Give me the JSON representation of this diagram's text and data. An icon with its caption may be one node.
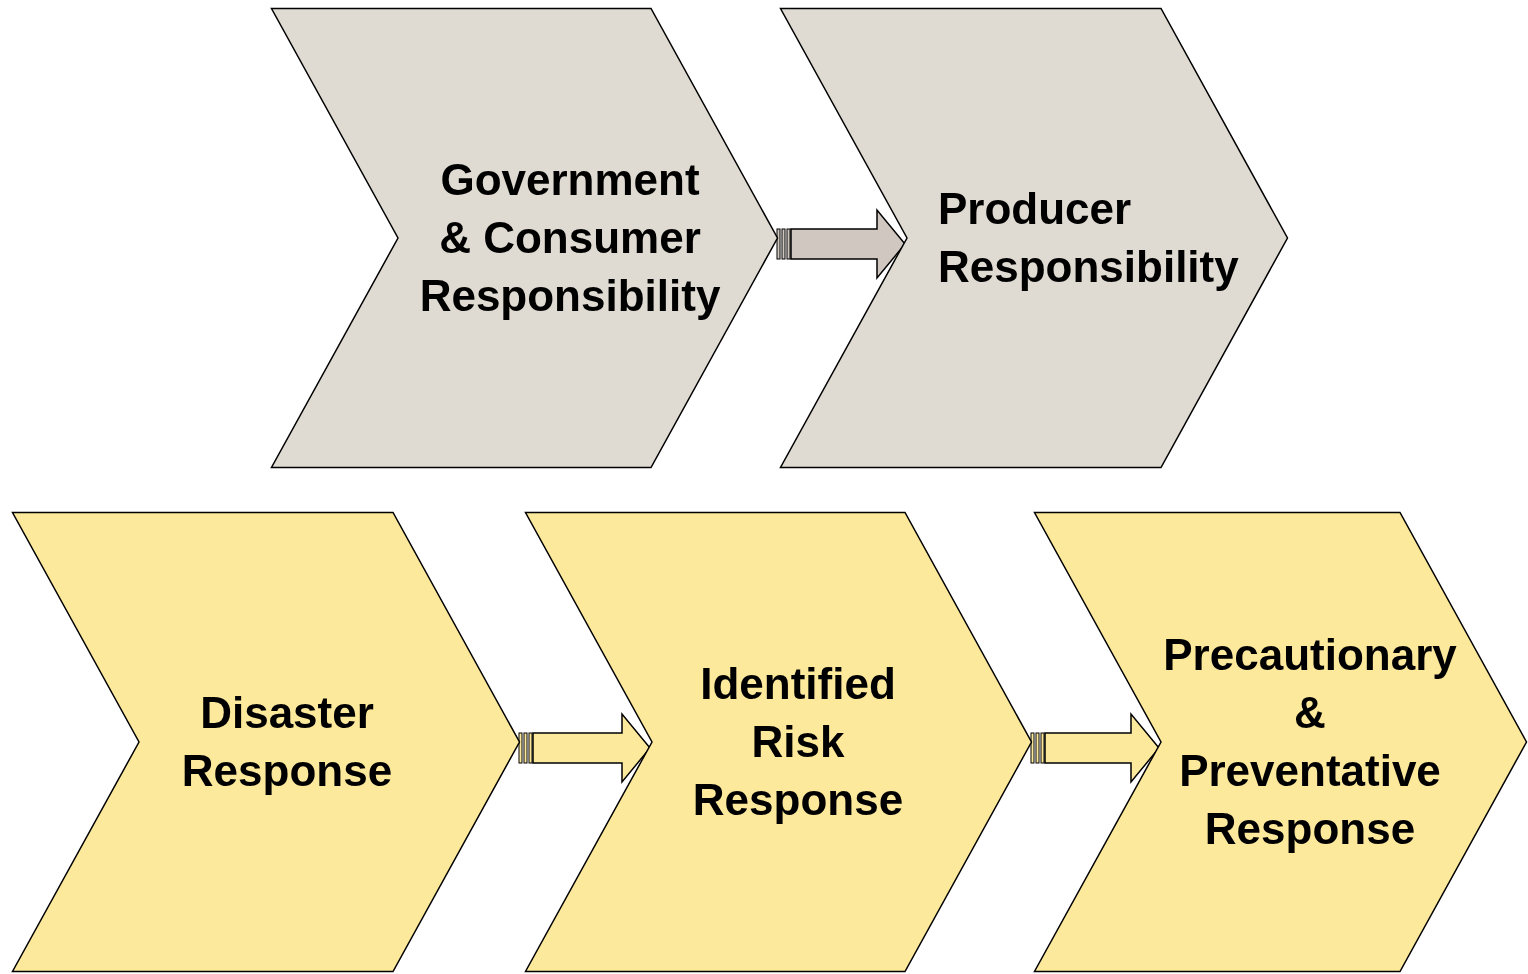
{
  "diagram": {
    "nodes": [
      {
        "text": [
          "Government & Consumer Responsibility"
        ]
      },
      {
        "text": [
          "Producer Responsibility"
        ]
      },
      {
        "text": [
          "Disaster Response"
        ]
      },
      {
        "text": [
          "Identified Risk Response"
        ]
      },
      {
        "text": [
          "Precautionary & Preventative Response"
        ]
      }
    ],
    "edges": [
      {
        "from": 0,
        "to": 1,
        "arrow": "to",
        "color": "#d0c8c0"
      },
      {
        "from": 2,
        "to": 3,
        "arrow": "to",
        "color": "#fde99c"
      },
      {
        "from": 3,
        "to": 4,
        "arrow": "to",
        "color": "#fde99c"
      }
    ]
  }
}
